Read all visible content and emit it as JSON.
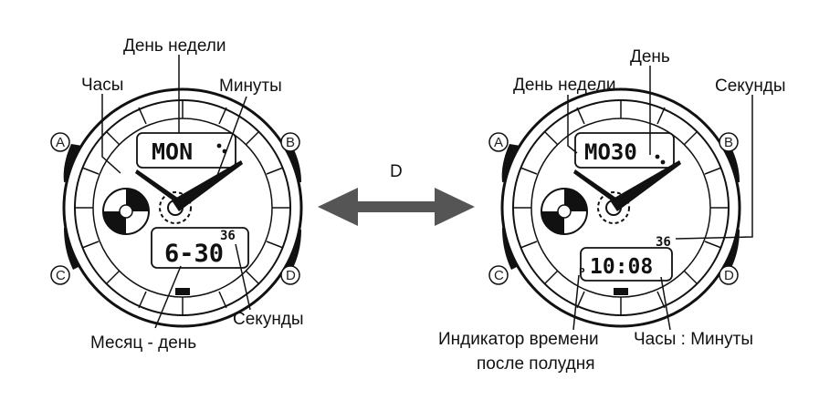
{
  "left_watch": {
    "labels": {
      "day_of_week": "День недели",
      "hours": "Часы",
      "minutes": "Минуты",
      "month_day": "Месяц - день",
      "seconds": "Секунды"
    },
    "display": {
      "top": "MON",
      "bottom": "6-30",
      "seconds": "36"
    },
    "buttons": [
      "A",
      "B",
      "C",
      "D"
    ]
  },
  "switch": {
    "label": "D"
  },
  "right_watch": {
    "labels": {
      "day": "День",
      "day_of_week": "День недели",
      "seconds": "Секунды",
      "pm_indicator_line1": "Индикатор времени",
      "pm_indicator_line2": "после полудня",
      "hours_minutes": "Часы : Минуты"
    },
    "display": {
      "top": "MO30",
      "bottom": "10:08",
      "seconds": "36",
      "pm_mark": "P"
    },
    "buttons": [
      "A",
      "B",
      "C",
      "D"
    ]
  }
}
